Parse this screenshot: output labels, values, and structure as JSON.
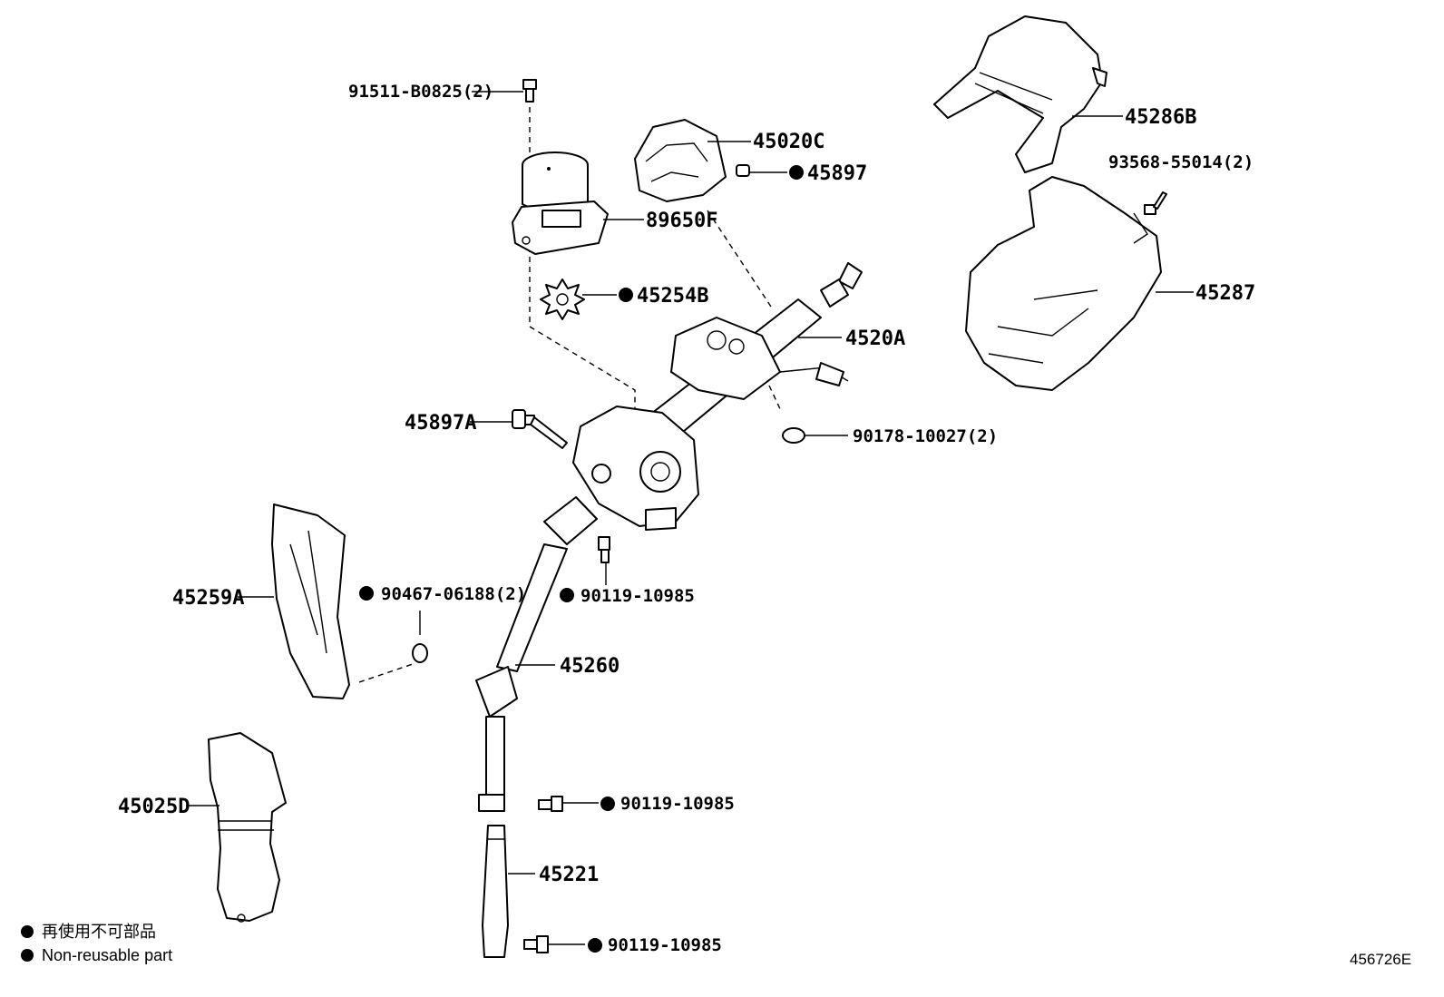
{
  "labels": {
    "p91511": "91511-B0825(2)",
    "p45020C": "45020C",
    "p45897": "45897",
    "p89650F": "89650F",
    "p45254B": "45254B",
    "p4520A": "4520A",
    "p45286B": "45286B",
    "p93568": "93568-55014(2)",
    "p45287": "45287",
    "p45897A": "45897A",
    "p90178": "90178-10027(2)",
    "p45259A": "45259A",
    "p90467": "90467-06188(2)",
    "p90119a": "90119-10985",
    "p45260": "45260",
    "p45025D": "45025D",
    "p90119b": "90119-10985",
    "p45221": "45221",
    "p90119c": "90119-10985"
  },
  "legend": {
    "jp": "再使用不可部品",
    "en": "Non-reusable part"
  },
  "reference": "456726E",
  "colors": {
    "ink": "#000000",
    "paper": "#ffffff"
  }
}
